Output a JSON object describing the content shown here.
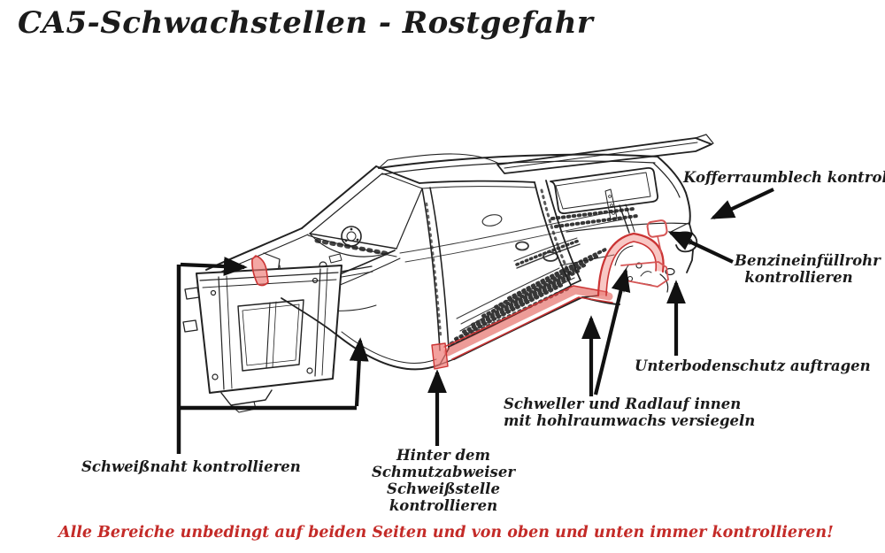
{
  "title": "CA5-Schwachstellen - Rostgefahr",
  "callouts": {
    "kofferraumblech": {
      "label": "Kofferraumblech kontrollieren"
    },
    "benzineinfuellrohr": {
      "line1": "Benzineinfüllrohr",
      "line2": "kontrollieren"
    },
    "unterbodenschutz": {
      "label": "Unterbodenschutz auftragen"
    },
    "schweller": {
      "line1": "Schweller und Radlauf innen",
      "line2": "mit hohlraumwachs versiegeln"
    },
    "schmutzabweiser": {
      "line1": "Hinter dem Schmutzabweiser",
      "line2": "Schweißstelle kontrollieren"
    },
    "schweissnaht": {
      "label": "Schweißnaht kontrollieren"
    }
  },
  "footer": {
    "note": "Alle Bereiche unbedingt auf beiden Seiten und von oben und unten immer kontrollieren!"
  },
  "colors": {
    "ink": "#222222",
    "arrow_black": "#111111",
    "highlight_red": "#cb3434",
    "highlight_fill": "#f0807a",
    "footer_red": "#c42b28",
    "background": "#ffffff"
  }
}
